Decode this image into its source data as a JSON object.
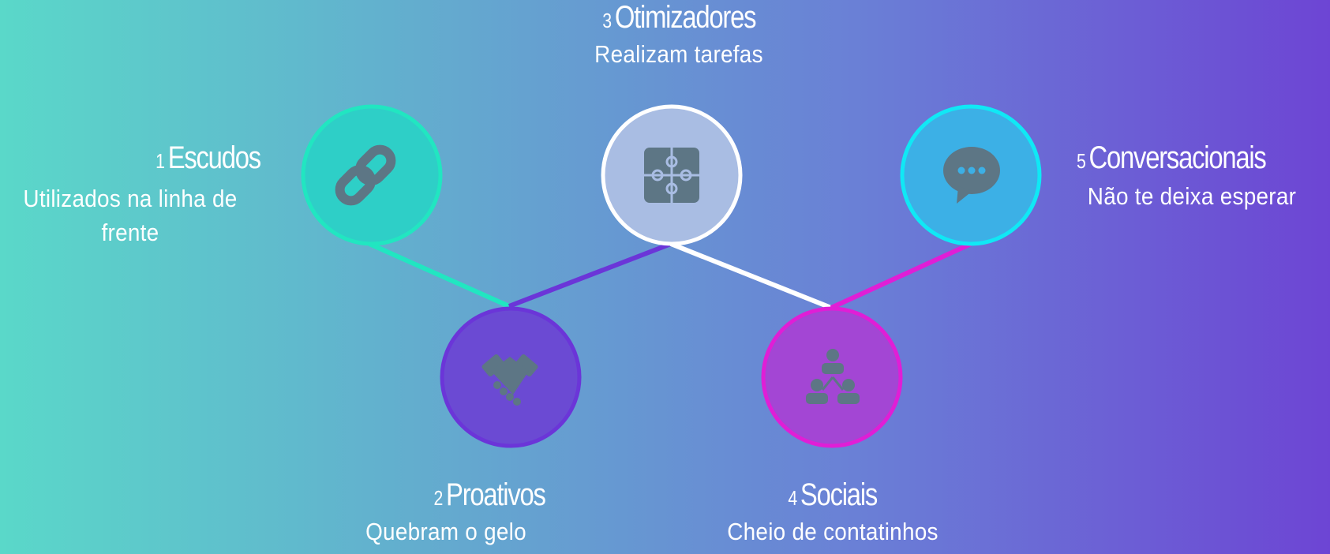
{
  "colors": {
    "node1": "#21e6c1",
    "node2": "#6b35d8",
    "node3": "#ffffff",
    "node4": "#e01ed6",
    "node5": "#10e8f5",
    "icon": "#5d7685"
  },
  "nodes": [
    {
      "id": "1",
      "number": "1",
      "title": "Escudos",
      "desc_lines": [
        "Utilizados na linha de",
        "frente"
      ],
      "icon": "link-icon"
    },
    {
      "id": "2",
      "number": "2",
      "title": "Proativos",
      "desc_lines": [
        "Quebram o gelo"
      ],
      "icon": "handshake-icon"
    },
    {
      "id": "3",
      "number": "3",
      "title": "Otimizadores",
      "desc_lines": [
        "Realizam tarefas"
      ],
      "icon": "puzzle-icon"
    },
    {
      "id": "4",
      "number": "4",
      "title": "Sociais",
      "desc_lines": [
        "Cheio de contatinhos"
      ],
      "icon": "network-icon"
    },
    {
      "id": "5",
      "number": "5",
      "title": "Conversacionais",
      "desc_lines": [
        "Não te deixa esperar"
      ],
      "icon": "chat-bubble-icon"
    }
  ]
}
